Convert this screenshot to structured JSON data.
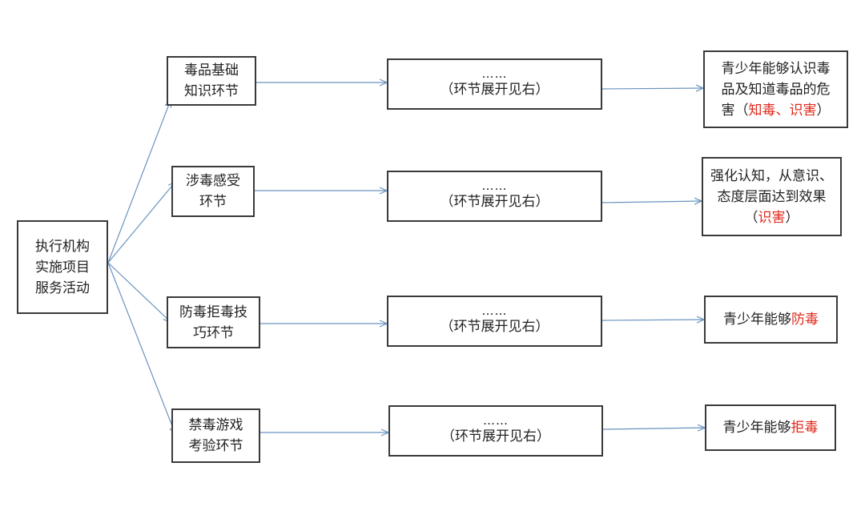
{
  "colors": {
    "arrow": "#6a93bf",
    "border": "#3a3a3a",
    "text": "#222222",
    "highlight": "#e0291c"
  },
  "root": {
    "lines": [
      "执行机构",
      "实施项目",
      "服务活动"
    ]
  },
  "stages": [
    {
      "lines": [
        "毒品基础",
        "知识环节"
      ]
    },
    {
      "lines": [
        "涉毒感受",
        "环节"
      ]
    },
    {
      "lines": [
        "防毒拒毒技",
        "巧环节"
      ]
    },
    {
      "lines": [
        "禁毒游戏",
        "考验环节"
      ]
    }
  ],
  "details": [
    {
      "dots": "……",
      "text": "（环节展开见右）"
    },
    {
      "dots": "……",
      "text": "（环节展开见右）"
    },
    {
      "dots": "……",
      "text": "（环节展开见右）"
    },
    {
      "dots": "……",
      "text": "（环节展开见右）"
    }
  ],
  "outcomes": [
    {
      "line1": "青少年能够认识毒",
      "line2": "品及知道毒品的危",
      "line3_pre": "害（",
      "line3_hl": "知毒、识害",
      "line3_post": "）"
    },
    {
      "line1": "强化认知，从意识、",
      "line2": "态度层面达到效果",
      "line3_pre": "（",
      "line3_hl": "识害",
      "line3_post": "）"
    },
    {
      "line1_pre": "青少年能够",
      "line1_hl": "防毒"
    },
    {
      "line1_pre": "青少年能够",
      "line1_hl": "拒毒"
    }
  ]
}
